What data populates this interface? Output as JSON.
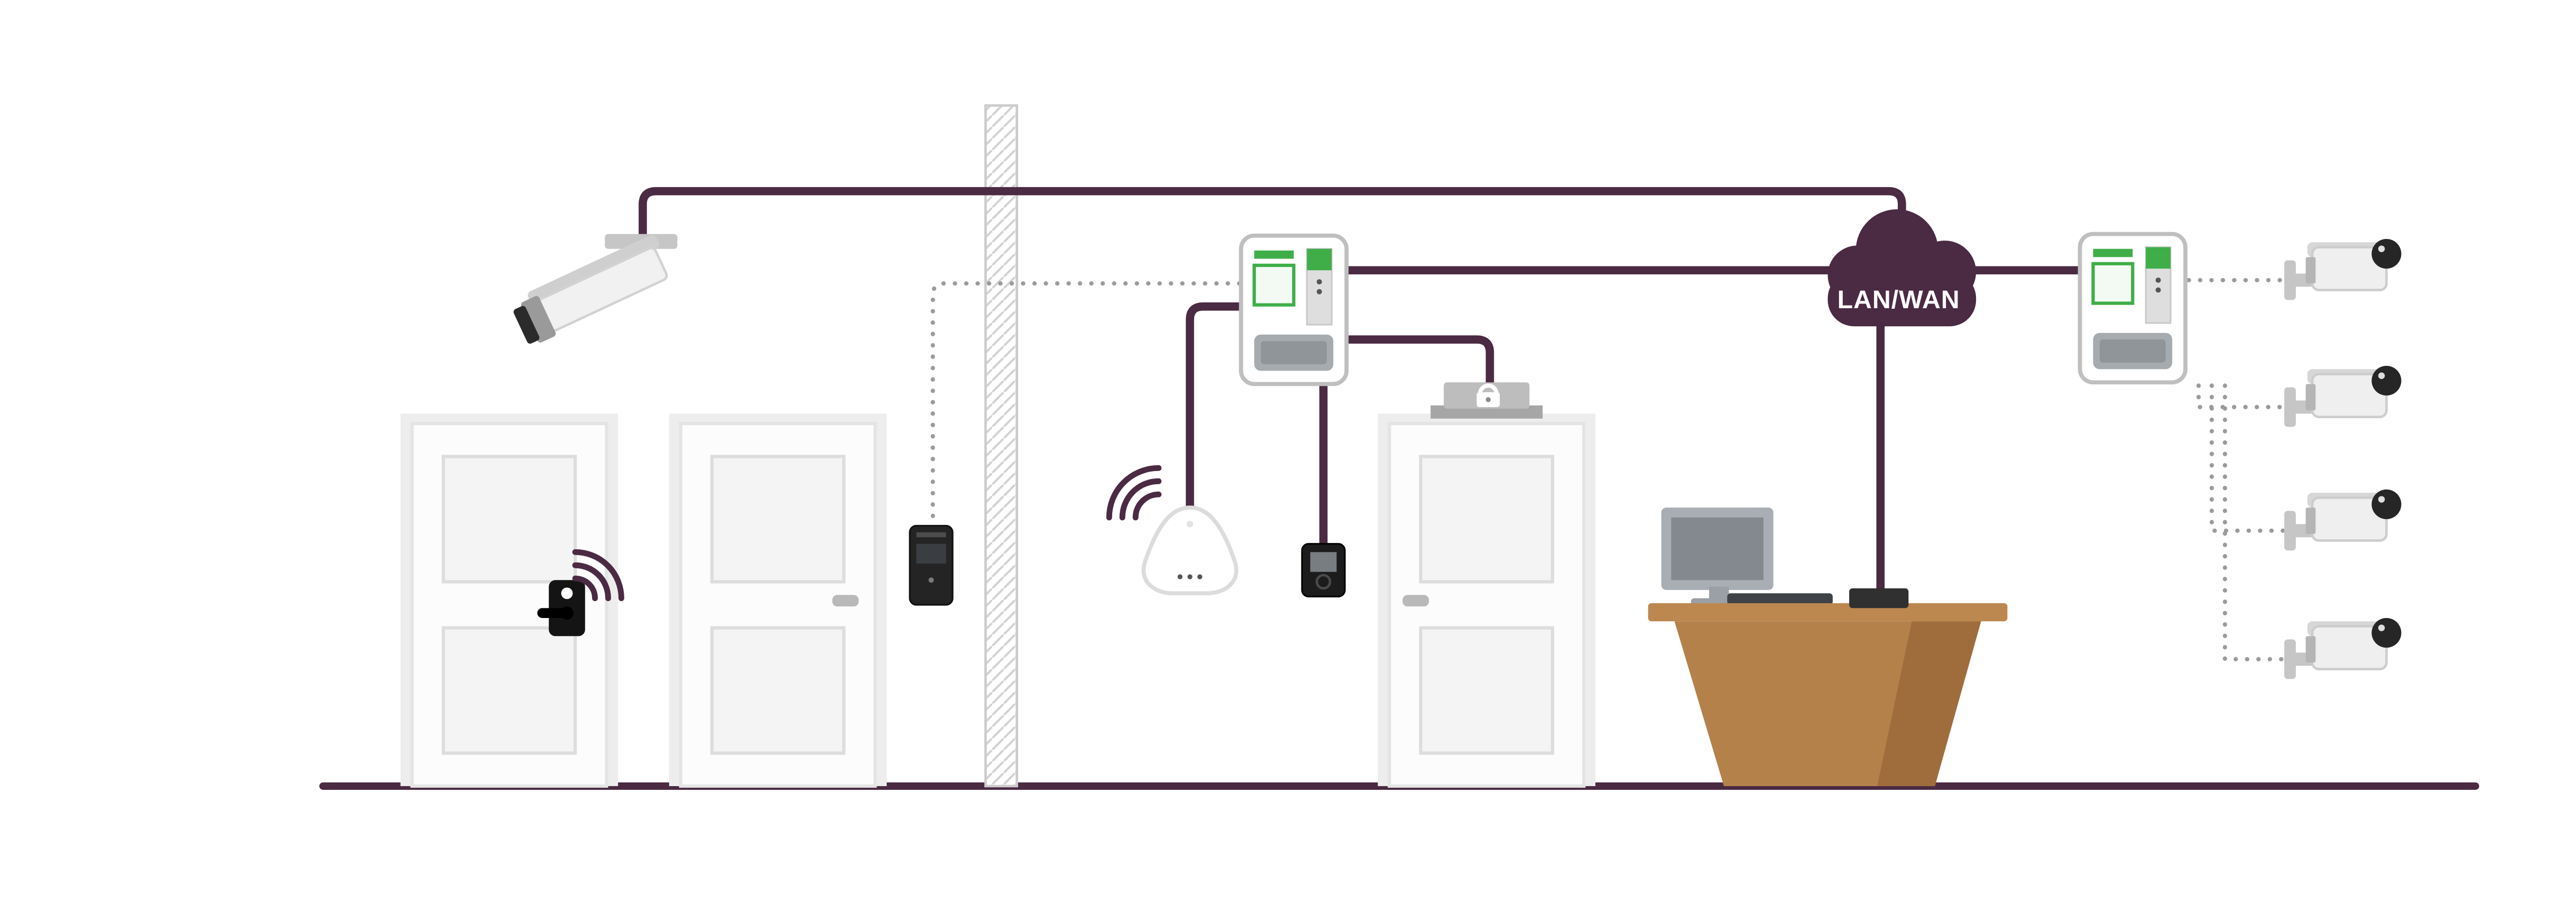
{
  "diagram": {
    "cloud_label": "LAN/WAN",
    "colors": {
      "line_purple": "#4B2A43",
      "dotted_gray": "#9B9B9B",
      "cloud_purple": "#4B2A43",
      "floor_purple": "#4B2A43",
      "pcb_green": "#3FAE49",
      "desk_top_brown": "#BC8850",
      "desk_brown": "#B5814B",
      "desk_brown_dark": "#9F6D3C",
      "door_white": "#FCFCFC",
      "device_black": "#1C1C1C",
      "metal_gray": "#C6C6C6"
    },
    "nodes": [
      {
        "name": "network-camera",
        "kind": "camera"
      },
      {
        "name": "door-left",
        "kind": "door"
      },
      {
        "name": "wireless-door-lock",
        "kind": "lock"
      },
      {
        "name": "door-second",
        "kind": "door"
      },
      {
        "name": "wall-card-reader",
        "kind": "reader"
      },
      {
        "name": "door-controller-left",
        "kind": "controller"
      },
      {
        "name": "wireless-io-hub",
        "kind": "hub"
      },
      {
        "name": "handheld-reader",
        "kind": "reader"
      },
      {
        "name": "door-right",
        "kind": "door"
      },
      {
        "name": "electronic-door-lock",
        "kind": "lock"
      },
      {
        "name": "operator-desk",
        "kind": "workstation"
      },
      {
        "name": "lan-wan-cloud",
        "kind": "network",
        "label": "LAN/WAN"
      },
      {
        "name": "door-controller-right",
        "kind": "controller"
      },
      {
        "name": "camera-1",
        "kind": "camera"
      },
      {
        "name": "camera-2",
        "kind": "camera"
      },
      {
        "name": "camera-3",
        "kind": "camera"
      },
      {
        "name": "camera-4",
        "kind": "camera"
      }
    ],
    "connections": [
      {
        "from": "network-camera",
        "to": "lan-wan-cloud",
        "style": "solid"
      },
      {
        "from": "wall-card-reader",
        "to": "door-controller-left",
        "style": "dotted"
      },
      {
        "from": "wireless-io-hub",
        "to": "door-controller-left",
        "style": "solid"
      },
      {
        "from": "handheld-reader",
        "to": "door-controller-left",
        "style": "solid"
      },
      {
        "from": "electronic-door-lock",
        "to": "door-controller-left",
        "style": "solid"
      },
      {
        "from": "door-controller-left",
        "to": "lan-wan-cloud",
        "style": "solid"
      },
      {
        "from": "lan-wan-cloud",
        "to": "operator-desk",
        "style": "solid"
      },
      {
        "from": "lan-wan-cloud",
        "to": "door-controller-right",
        "style": "solid"
      },
      {
        "from": "door-controller-right",
        "to": "camera-1",
        "style": "dotted"
      },
      {
        "from": "door-controller-right",
        "to": "camera-2",
        "style": "dotted"
      },
      {
        "from": "door-controller-right",
        "to": "camera-3",
        "style": "dotted"
      },
      {
        "from": "door-controller-right",
        "to": "camera-4",
        "style": "dotted"
      }
    ]
  }
}
